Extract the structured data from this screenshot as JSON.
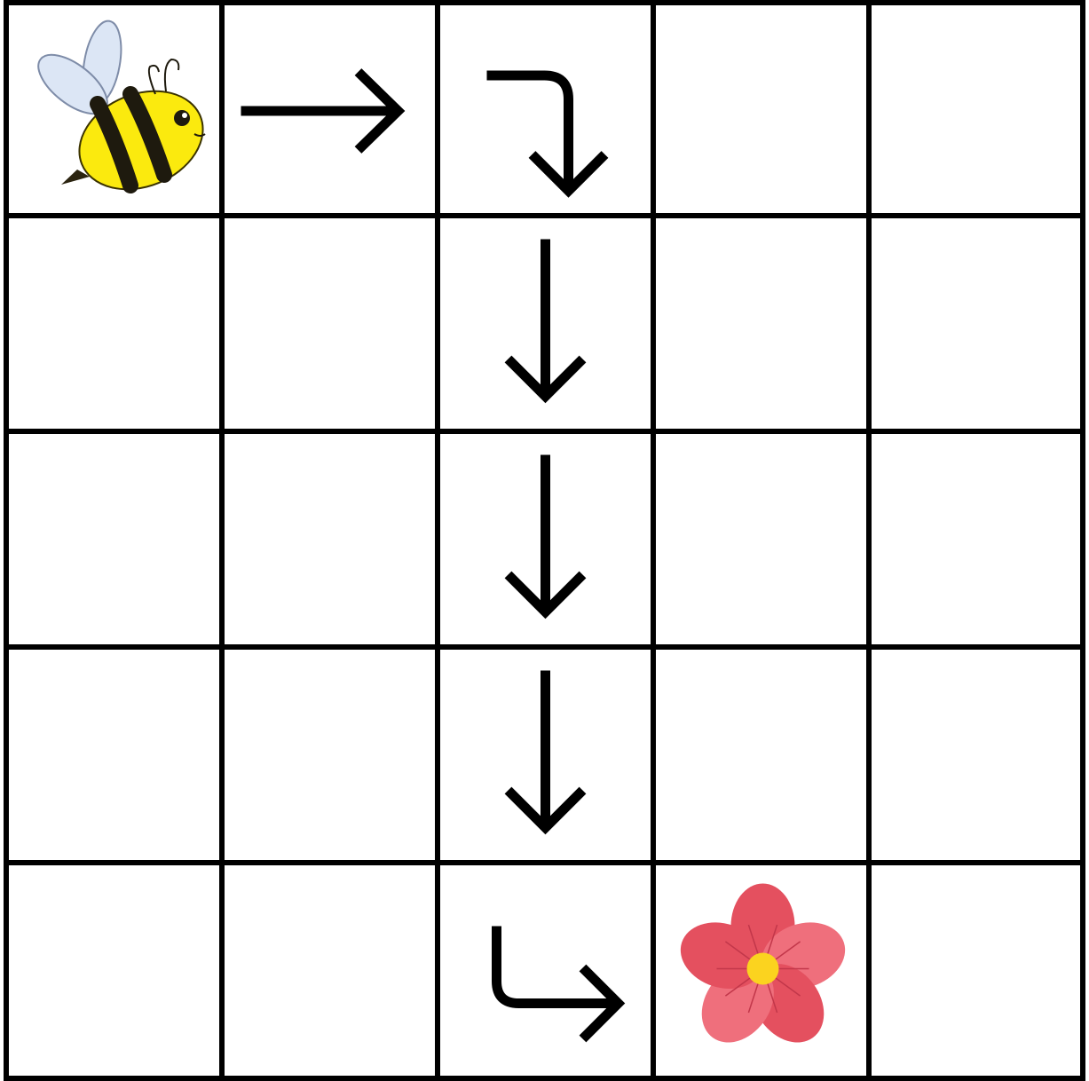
{
  "grid": {
    "rows": 5,
    "cols": 5,
    "line_color": "#000000",
    "cell_color": "#ffffff"
  },
  "pieces": {
    "bee": {
      "row": 1,
      "col": 1,
      "icon": "bee-icon"
    },
    "flower": {
      "row": 5,
      "col": 4,
      "icon": "flower-icon"
    }
  },
  "path_arrows": [
    {
      "row": 1,
      "col": 2,
      "type": "arrow-right"
    },
    {
      "row": 1,
      "col": 3,
      "type": "turn-right-down"
    },
    {
      "row": 2,
      "col": 3,
      "type": "arrow-down"
    },
    {
      "row": 3,
      "col": 3,
      "type": "arrow-down"
    },
    {
      "row": 4,
      "col": 3,
      "type": "arrow-down"
    },
    {
      "row": 5,
      "col": 3,
      "type": "turn-down-right"
    }
  ],
  "colors": {
    "bee_body": "#FBEA0E",
    "bee_stripe": "#1E1A0E",
    "bee_wing": "#DCE6F5",
    "flower_petal": "#EF6F7C",
    "flower_petal_dark": "#E4505F",
    "flower_center": "#FBD31F",
    "arrow": "#000000"
  }
}
